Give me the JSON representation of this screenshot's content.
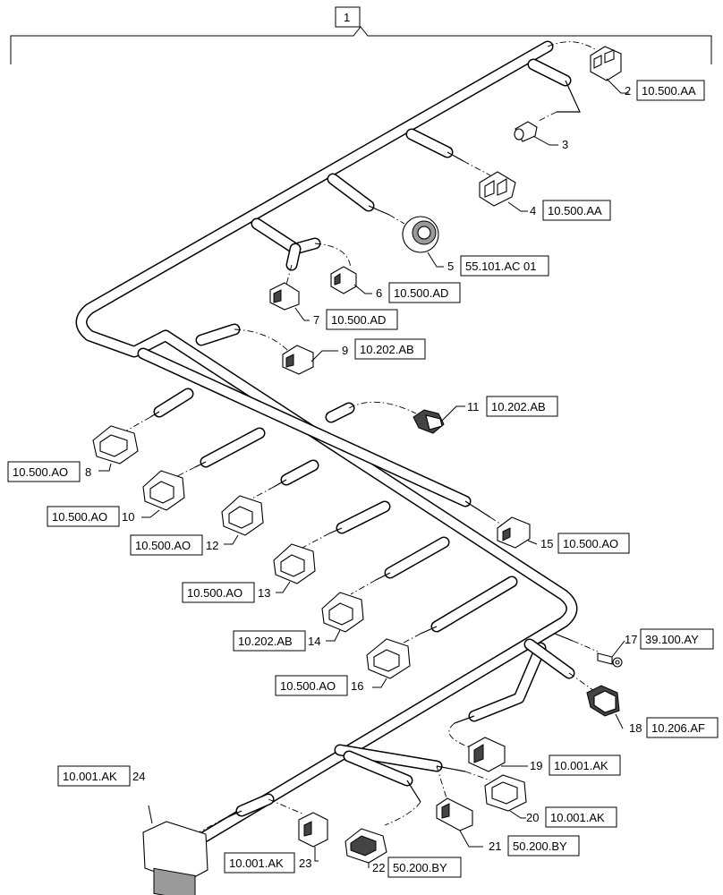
{
  "assembly": {
    "number": "1"
  },
  "callouts": [
    {
      "item": "2",
      "ref": "10.500.AA"
    },
    {
      "item": "3",
      "ref": ""
    },
    {
      "item": "4",
      "ref": "10.500.AA"
    },
    {
      "item": "5",
      "ref": "55.101.AC 01"
    },
    {
      "item": "6",
      "ref": "10.500.AD"
    },
    {
      "item": "7",
      "ref": "10.500.AD"
    },
    {
      "item": "8",
      "ref": "10.500.AO"
    },
    {
      "item": "9",
      "ref": "10.202.AB"
    },
    {
      "item": "10",
      "ref": "10.500.AO"
    },
    {
      "item": "11",
      "ref": "10.202.AB"
    },
    {
      "item": "12",
      "ref": "10.500.AO"
    },
    {
      "item": "13",
      "ref": "10.500.AO"
    },
    {
      "item": "14",
      "ref": "10.202.AB"
    },
    {
      "item": "15",
      "ref": "10.500.AO"
    },
    {
      "item": "16",
      "ref": "10.500.AO"
    },
    {
      "item": "17",
      "ref": "39.100.AY"
    },
    {
      "item": "18",
      "ref": "10.206.AF"
    },
    {
      "item": "19",
      "ref": "10.001.AK"
    },
    {
      "item": "20",
      "ref": "10.001.AK"
    },
    {
      "item": "21",
      "ref": "50.200.BY"
    },
    {
      "item": "22",
      "ref": "50.200.BY"
    },
    {
      "item": "23",
      "ref": "10.001.AK"
    },
    {
      "item": "24",
      "ref": "10.001.AK"
    }
  ]
}
